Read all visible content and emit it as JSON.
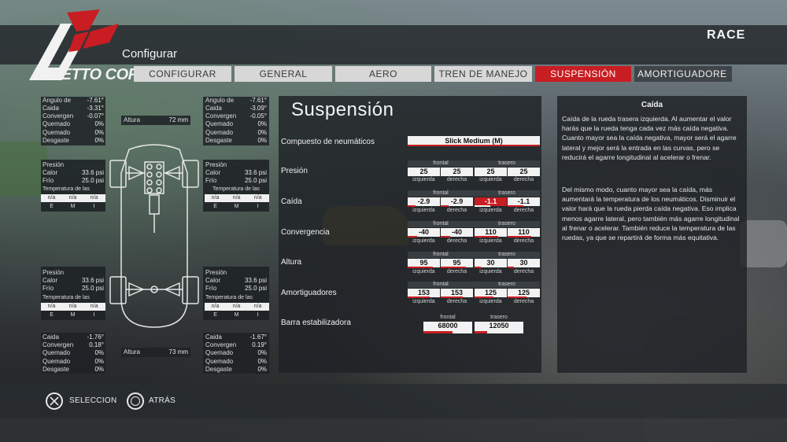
{
  "header": {
    "logo_text": "ASSETTO CORSA",
    "screen_title": "Configurar",
    "mode": "RACE"
  },
  "tabs": [
    {
      "label": "CONFIGURAR",
      "active": false
    },
    {
      "label": "GENERAL",
      "active": false
    },
    {
      "label": "AERO",
      "active": false
    },
    {
      "label": "TREN DE MANEJO",
      "active": false
    },
    {
      "label": "SUSPENSIÓN",
      "active": true
    },
    {
      "label": "AMORTIGUADORE",
      "active": false
    }
  ],
  "telemetry": {
    "front_left": {
      "rows": [
        {
          "label": "Angulo de",
          "value": "-7.61°"
        },
        {
          "label": "Caida",
          "value": "-3.31°"
        },
        {
          "label": "Convergen",
          "value": "-0.07°"
        },
        {
          "label": "Quemado",
          "value": "0%"
        },
        {
          "label": "Quemado",
          "value": "0%"
        },
        {
          "label": "Desgaste",
          "value": "0%"
        }
      ],
      "tyre": {
        "presion": "Presión",
        "calor_label": "Calor",
        "calor": "33.6 psi",
        "frio_label": "Frío",
        "frio": "25.0 psi",
        "temp_label": "Temperatura de las",
        "temps": [
          "n/a",
          "n/a",
          "n/a"
        ],
        "emi": [
          "E",
          "M",
          "I"
        ]
      }
    },
    "front_right": {
      "rows": [
        {
          "label": "Angulo de",
          "value": "-7.61°"
        },
        {
          "label": "Caida",
          "value": "-3.09°"
        },
        {
          "label": "Convergen",
          "value": "-0.05°"
        },
        {
          "label": "Quemado",
          "value": "0%"
        },
        {
          "label": "Quemado",
          "value": "0%"
        },
        {
          "label": "Desgaste",
          "value": "0%"
        }
      ],
      "tyre": {
        "presion": "Presión",
        "calor_label": "Calor",
        "calor": "33.6 psi",
        "frio_label": "Frío",
        "frio": "25.0 psi",
        "temp_label": "Temperatura de las",
        "temps": [
          "n/a",
          "n/a",
          "n/a"
        ],
        "emi": [
          "E",
          "M",
          "I"
        ]
      }
    },
    "rear_left": {
      "rows": [
        {
          "label": "Caida",
          "value": "-1.76°"
        },
        {
          "label": "Convergen",
          "value": "0.18°"
        },
        {
          "label": "Quemado",
          "value": "0%"
        },
        {
          "label": "Quemado",
          "value": "0%"
        },
        {
          "label": "Desgaste",
          "value": "0%"
        }
      ],
      "tyre": {
        "presion": "Presión",
        "calor_label": "Calor",
        "calor": "33.6 psi",
        "frio_label": "Frío",
        "frio": "25.0 psi",
        "temp_label": "Temperatura de las",
        "temps": [
          "n/a",
          "n/a",
          "n/a"
        ],
        "emi": [
          "E",
          "M",
          "I"
        ]
      }
    },
    "rear_right": {
      "rows": [
        {
          "label": "Caida",
          "value": "-1.67°"
        },
        {
          "label": "Convergen",
          "value": "0.19°"
        },
        {
          "label": "Quemado",
          "value": "0%"
        },
        {
          "label": "Quemado",
          "value": "0%"
        },
        {
          "label": "Desgaste",
          "value": "0%"
        }
      ],
      "tyre": {
        "presion": "Presión",
        "calor_label": "Calor",
        "calor": "33.6 psi",
        "frio_label": "Frío",
        "frio": "25.0 psi",
        "temp_label": "Temperatura de las",
        "temps": [
          "n/a",
          "n/a",
          "n/a"
        ],
        "emi": [
          "E",
          "M",
          "I"
        ]
      }
    },
    "height_front": {
      "label": "Altura",
      "value": "72 mm"
    },
    "height_rear": {
      "label": "Altura",
      "value": "73 mm"
    }
  },
  "suspension": {
    "title": "Suspensión",
    "tyre_compound": {
      "label": "Compuesto de neumáticos",
      "value": "Slick Medium (M)"
    },
    "sub_headers": {
      "front": "frontal",
      "rear": "trasero",
      "left": "izquierda",
      "right": "derecha"
    },
    "presion": {
      "label": "Presión",
      "values": [
        "25",
        "25",
        "25",
        "25"
      ]
    },
    "caida": {
      "label": "Caída",
      "values": [
        "-2.9",
        "-2.9",
        "-1.1",
        "-1.1"
      ]
    },
    "convergencia": {
      "label": "Convergencia",
      "values": [
        "-40",
        "-40",
        "110",
        "110"
      ]
    },
    "altura": {
      "label": "Altura",
      "values": [
        "95",
        "95",
        "30",
        "30"
      ]
    },
    "amortiguadores": {
      "label": "Amortiguadores",
      "values": [
        "153",
        "153",
        "125",
        "125"
      ]
    },
    "barra": {
      "label": "Barra estabilizadora",
      "front": "68000",
      "rear": "12050",
      "front_fill": 0.6,
      "rear_fill": 0.25
    }
  },
  "description": {
    "title": "Caída",
    "p1": "Caída de la rueda trasera izquierda. Al aumentar el valor harás que la rueda tenga cada vez más caída negativa. Cuanto mayor sea la caída negativa, mayor será el agarre lateral y mejor será la entrada en las curvas, pero se reducirá el agarre longitudinal al acelerar o frenar.",
    "p2": " Del mismo modo, cuanto mayor sea la caída, más aumentará la temperatura de los neumáticos. Disminuir el valor hará que la rueda pierda caída negativa. Eso implica menos agarre lateral, pero también más agarre longitudinal al frenar o acelerar. También reduce la temperatura de las ruedas, ya que se repartirá de forma más equitativa."
  },
  "footer": {
    "select_label": "SELECCION",
    "back_label": "ATRÁS"
  },
  "colors": {
    "accent": "#c81d22",
    "panel": "#1e2226",
    "value_bg": "#f2f2f2"
  }
}
